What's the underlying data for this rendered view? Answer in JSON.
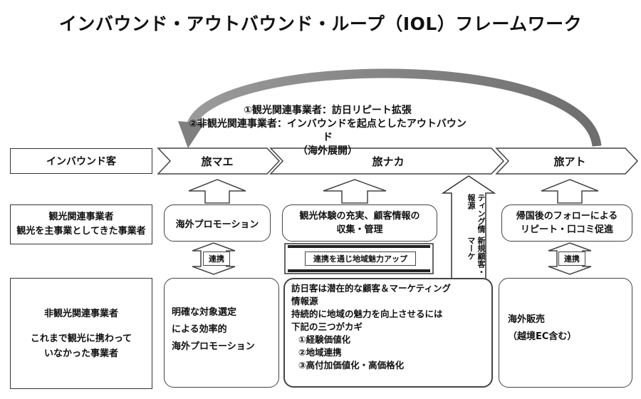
{
  "title": "インバウンド・アウトバウンド・ループ（IOL）フレームワーク",
  "loop": {
    "line1": "①観光関連事業者：訪日リピート拡張",
    "line2": "②非観光関連事業者：インバウンドを起点としたアウトバウンド",
    "line3": "（海外展開）"
  },
  "row1": {
    "label": "インバウンド客",
    "stage_pre": "旅マエ",
    "stage_mid": "旅ナカ",
    "stage_post": "旅アト"
  },
  "row2": {
    "label_line1": "観光関連事業者",
    "label_line2": "観光を主事業としてきた事業者",
    "pre": "海外プロモーション",
    "mid_line1": "観光体験の充実、顧客情報の",
    "mid_line2": "収集・管理",
    "post_line1": "帰国後のフォローによる",
    "post_line2": "リピート・口コミ促進"
  },
  "links": {
    "left": "連携",
    "middle": "連携を通じ地域魅力アップ",
    "right": "連携",
    "vertical_line1": "新規顧客・マーケ",
    "vertical_line2": "ティング情報源"
  },
  "row3": {
    "label_line1": "非観光関連事業者",
    "label_line2": "これまで観光に携わって",
    "label_line3": "いなかった事業者",
    "pre_line1": "明確な対象選定",
    "pre_line2": "による効率的",
    "pre_line3": "海外プロモーション",
    "mid_line1": "訪日客は潜在的な顧客＆マーケティング",
    "mid_line2": "情報源",
    "mid_line3": "持続的に地域の魅力を向上させるには",
    "mid_line4": "下記の三つがカギ",
    "mid_item1": "①経験価値化",
    "mid_item2": "②地域連携",
    "mid_item3": "③高付加価値化・高価格化",
    "post_line1": "海外販売",
    "post_line2": "（越境EC含む）"
  }
}
